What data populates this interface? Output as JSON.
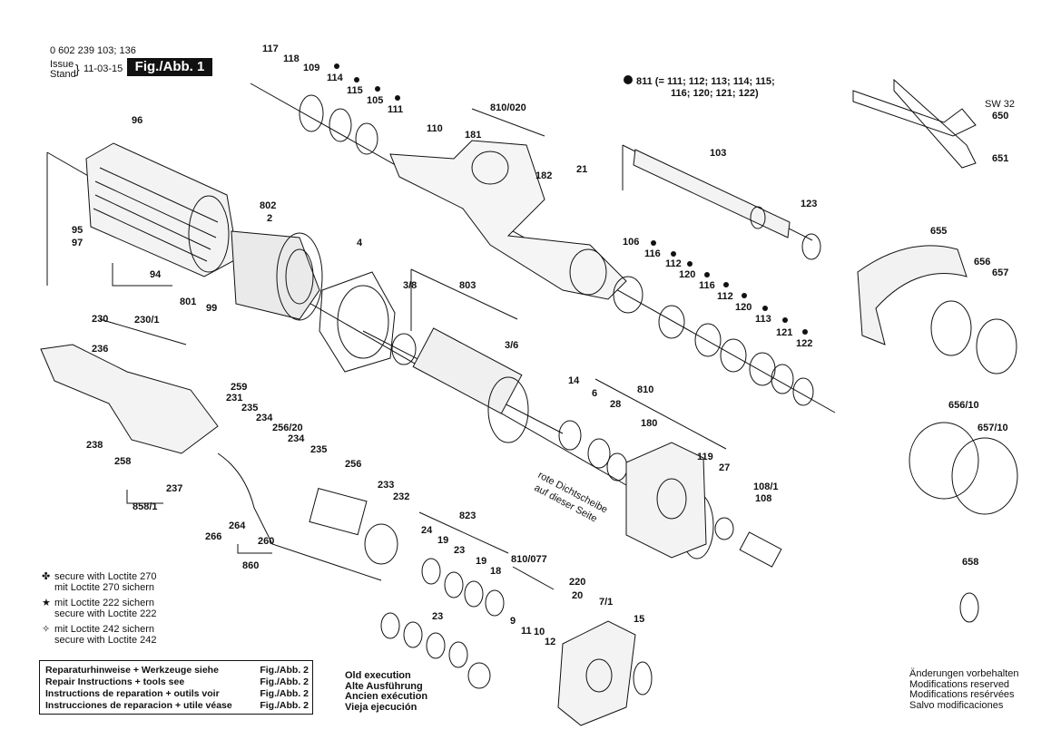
{
  "header": {
    "part_number": "0 602 239 103; 136",
    "issue_label": "Issue",
    "stand_label": "Stand",
    "date": "11-03-15",
    "figure": "Fig./Abb. 1"
  },
  "note_811": {
    "line1": "811 (= 111; 112; 113; 114; 115;",
    "line2": "116; 120; 121; 122)"
  },
  "legend": [
    {
      "symbol_icon": "clover-icon",
      "glyph": "✤",
      "line1": "secure with Loctite 270",
      "line2": "mit Loctite 270 sichern"
    },
    {
      "symbol_icon": "solid-star-icon",
      "glyph": "★",
      "line1": "mit Loctite 222 sichern",
      "line2": "secure with Loctite 222"
    },
    {
      "symbol_icon": "outline-star-icon",
      "glyph": "✧",
      "line1": "mit Loctite 242 sichern",
      "line2": "secure with Loctite 242"
    }
  ],
  "repair_table": [
    {
      "text": "Reparaturhinweise + Werkzeuge siehe",
      "ref": "Fig./Abb. 2"
    },
    {
      "text": "Repair Instructions + tools see",
      "ref": "Fig./Abb. 2"
    },
    {
      "text": "Instructions de reparation + outils voir",
      "ref": "Fig./Abb. 2"
    },
    {
      "text": "Instrucciones de reparacion + utile véase",
      "ref": "Fig./Abb. 2"
    }
  ],
  "old_execution": [
    "Old execution",
    "Alte Ausführung",
    "Ancien exécution",
    "Vieja ejecución"
  ],
  "modifications": [
    "Änderungen vorbehalten",
    "Modifications reserved",
    "Modifications resérvées",
    "Salvo modificaciones"
  ],
  "seal_note": [
    "rote Dichtscheibe",
    "auf dieser Seite"
  ],
  "spanner_label": "SW 32",
  "part_labels": [
    "117",
    "118",
    "109",
    "114",
    "115",
    "105",
    "111",
    "110",
    "810/020",
    "181",
    "182",
    "21",
    "811",
    "650",
    "651",
    "103",
    "123",
    "96",
    "802",
    "2",
    "95",
    "97",
    "94",
    "4",
    "801",
    "99",
    "3/8",
    "803",
    "3/6",
    "106",
    "116",
    "112",
    "120",
    "116",
    "112",
    "120",
    "113",
    "121",
    "122",
    "655",
    "656",
    "657",
    "230",
    "230/1",
    "236",
    "259",
    "231",
    "235",
    "234",
    "256/20",
    "234",
    "235",
    "238",
    "258",
    "237",
    "858/1",
    "14",
    "6",
    "28",
    "810",
    "180",
    "119",
    "27",
    "108/1",
    "108",
    "256",
    "233",
    "232",
    "266",
    "264",
    "260",
    "860",
    "823",
    "24",
    "19",
    "23",
    "19",
    "18",
    "810/077",
    "220",
    "20",
    "7/1",
    "9",
    "11",
    "10",
    "12",
    "15",
    "23",
    "656/10",
    "657/10",
    "658"
  ]
}
